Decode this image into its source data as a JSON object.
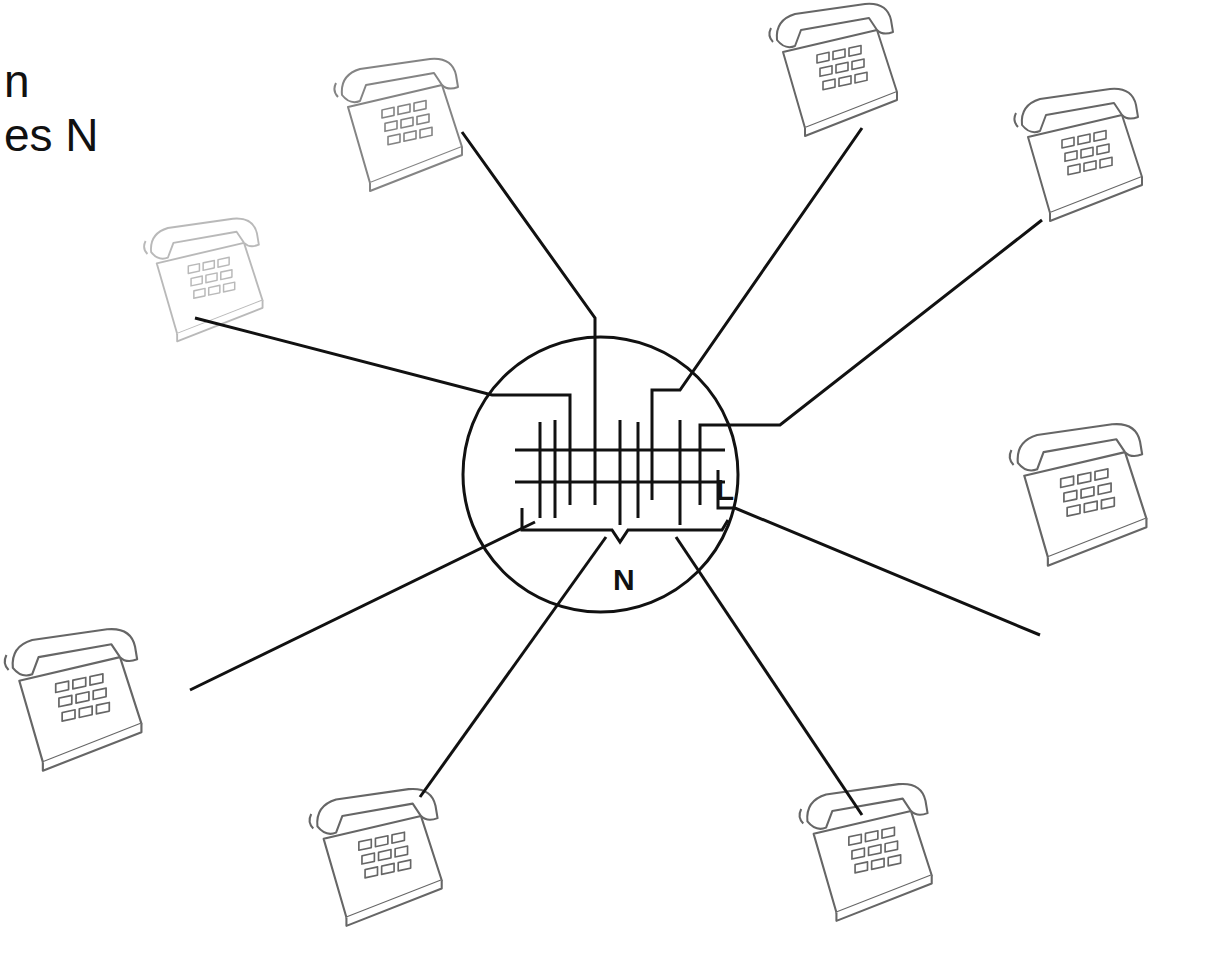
{
  "diagram": {
    "nodes": [
      {
        "text": [
          "L",
          "N"
        ]
      }
    ],
    "labels": [
      "n",
      "es N"
    ]
  }
}
